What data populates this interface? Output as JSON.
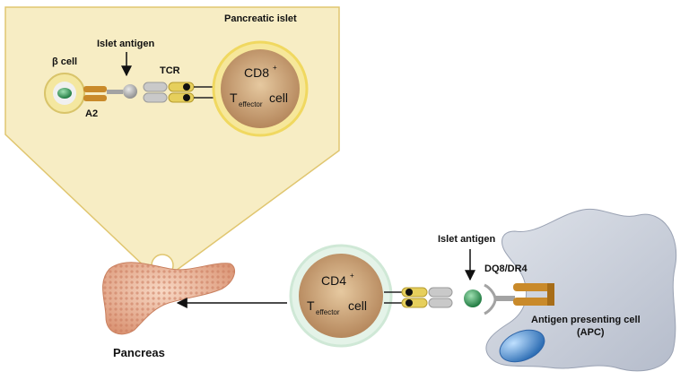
{
  "islet_panel": {
    "title": "Pancreatic islet",
    "beta_cell_label": "β cell",
    "islet_antigen_label": "Islet antigen",
    "tcr_label": "TCR",
    "a2_label": "A2",
    "cd8_cell": {
      "line1_main": "CD8",
      "line1_sup": "+",
      "line2_main": "T",
      "line2_sub": "effector",
      "line2_tail": "cell"
    }
  },
  "lower": {
    "pancreas_label": "Pancreas",
    "islet_antigen_label": "Islet antigen",
    "dq8_label": "DQ8/DR4",
    "cd4_cell": {
      "line1_main": "CD4",
      "line1_sup": "+",
      "line2_main": "T",
      "line2_sub": "effector",
      "line2_tail": "cell"
    },
    "apc_label_line1": "Antigen presenting cell",
    "apc_label_line2": "(APC)"
  },
  "colors": {
    "panel_fill": "#f7edc4",
    "panel_stroke": "#e0c670",
    "cd8_ring": "#f0d860",
    "cd4_ring": "#cfe8d6",
    "cell_core": "#c9a27a",
    "apc_fill": "#c8ced9",
    "nucleus": "#4a8fd0",
    "antigen_green": "#2e9a55",
    "mhc_orange": "#c98a2a",
    "tcr_yellow": "#e6cf5c"
  }
}
